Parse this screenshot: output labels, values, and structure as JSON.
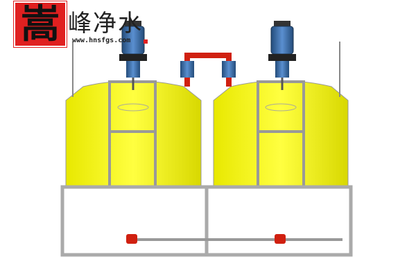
{
  "logo": {
    "mark": "嵩",
    "name": "峰净水",
    "url": "www.hnsfgs.com"
  },
  "colors": {
    "tank": "#f0f000",
    "frame": "#b0b0b0",
    "pipe_red": "#d02010",
    "motor_blue": "#3a6fa8",
    "logo_red": "#e02020"
  }
}
